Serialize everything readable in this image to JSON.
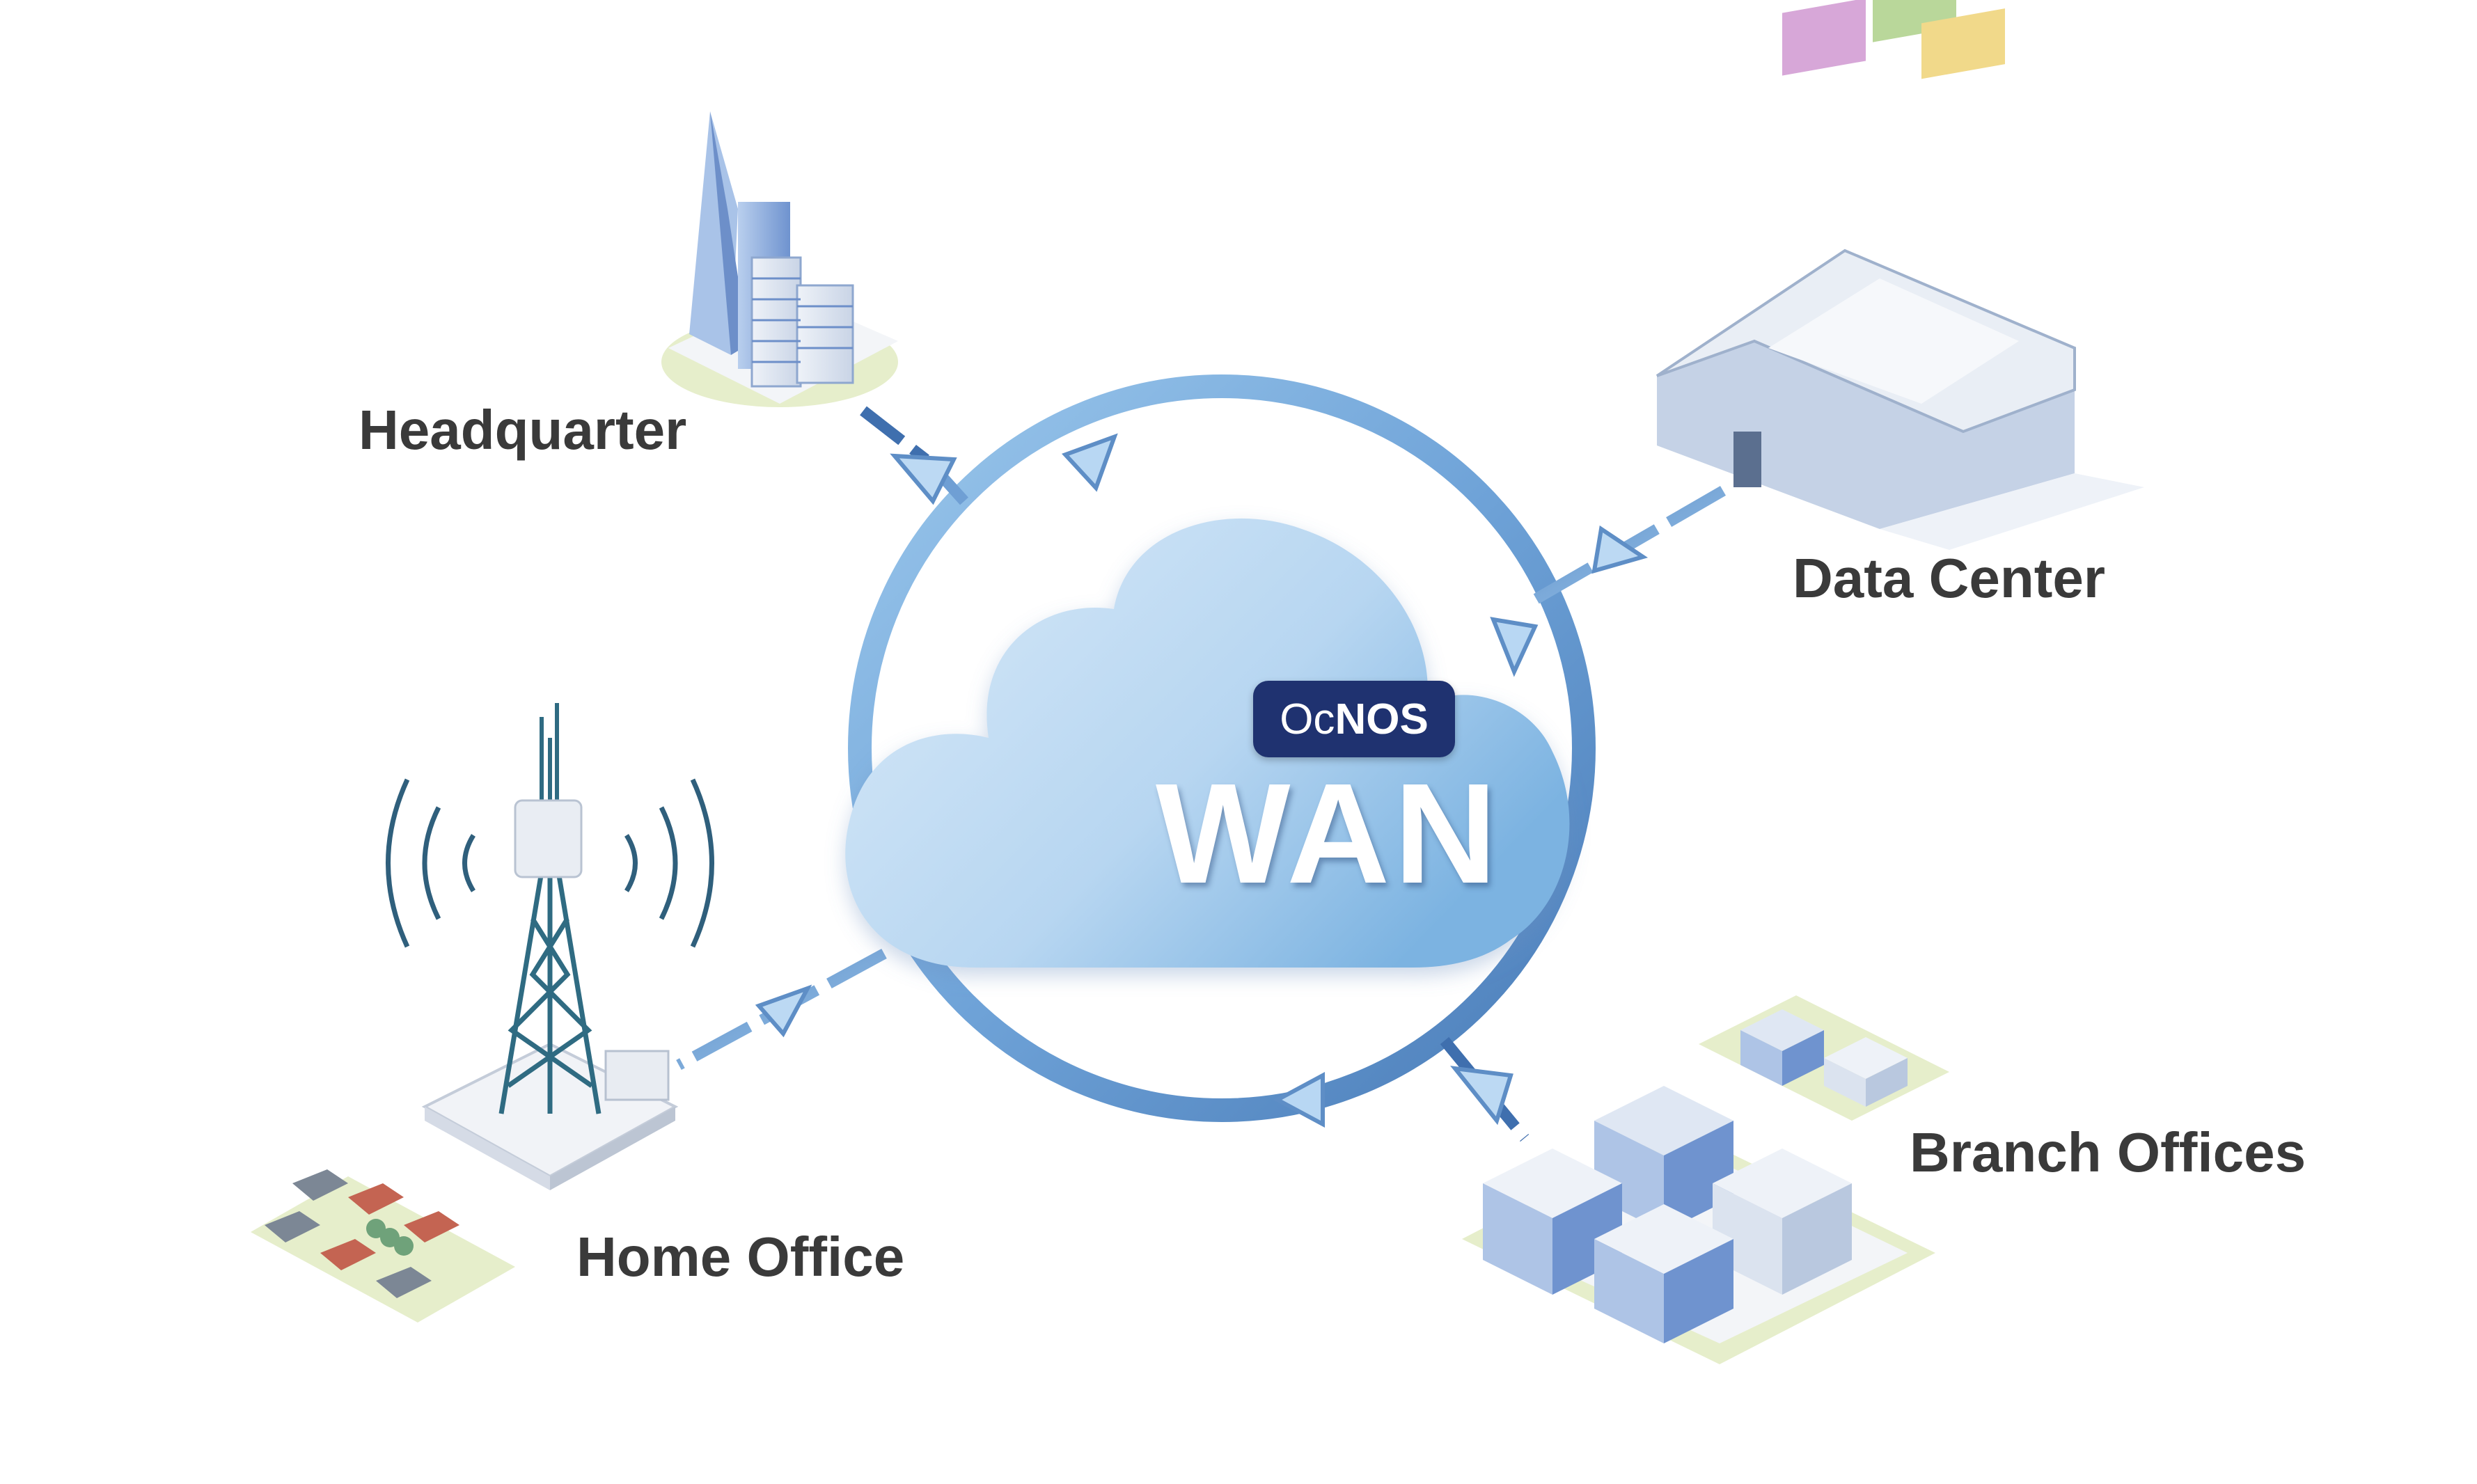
{
  "cloud": {
    "badge_prefix": "Oc",
    "badge_suffix": "NOS",
    "title": "WAN"
  },
  "sites": {
    "headquarter": "Headquarter",
    "data_center": "Data Center",
    "home_office": "Home Office",
    "branch_offices": "Branch Offices"
  },
  "colors": {
    "ring_light": "#8fbde6",
    "ring_dark": "#4f82be",
    "cloud_light": "#d6e8f7",
    "cloud_dark": "#7db4e2",
    "badge": "#1f3270",
    "label_text": "#3a3a3a",
    "ground": "#e8efcf"
  }
}
